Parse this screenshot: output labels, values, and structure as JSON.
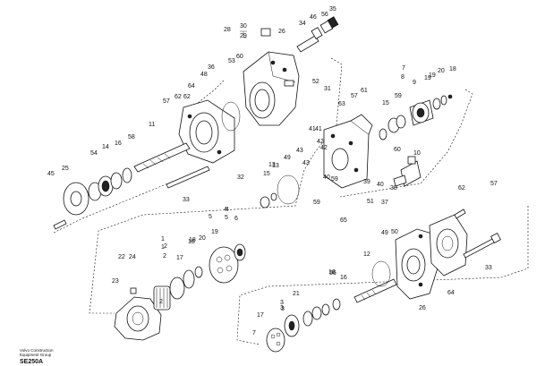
{
  "caption": {
    "line1": "Volvo Construction",
    "line2": "Equipment Group",
    "code": "SE250A"
  },
  "callouts": [
    "1",
    "2",
    "3",
    "4",
    "5",
    "6",
    "7",
    "8",
    "9",
    "10",
    "11",
    "12",
    "13",
    "14",
    "15",
    "16",
    "17",
    "18",
    "19",
    "20",
    "21",
    "22",
    "23",
    "24",
    "25",
    "26",
    "28",
    "29",
    "30",
    "31",
    "32",
    "33",
    "34",
    "35",
    "36",
    "37",
    "38",
    "39",
    "40",
    "41",
    "42",
    "43",
    "45",
    "46",
    "48",
    "49",
    "50",
    "51",
    "52",
    "53",
    "54",
    "56",
    "57",
    "58",
    "59",
    "60",
    "61",
    "62",
    "63",
    "64",
    "65"
  ]
}
